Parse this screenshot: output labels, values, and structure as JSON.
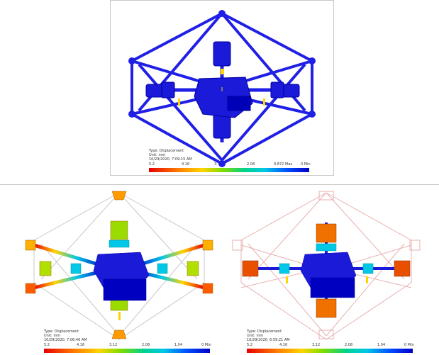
{
  "colors": {
    "frame_blue": "#1f1fe6",
    "dark_blue": "#0000c8",
    "ghost_red": "#e8a0a0",
    "ghost_gray": "#c0c0c0",
    "gradient": [
      "#e60000",
      "#ff7a00",
      "#ffd400",
      "#7fdc00",
      "#00d28c",
      "#00c8e6",
      "#0050ff",
      "#0000c8"
    ]
  },
  "panels": {
    "top": {
      "type_label": "Type: Displacement",
      "unit_label": "Unit: mm",
      "timestamp": "10/29/2020, 7:09:15 AM",
      "ticks": [
        "5.2",
        "4.16",
        "3.",
        "2.08",
        "0.872 Max",
        "0 Min"
      ]
    },
    "left": {
      "type_label": "Type: Displacement",
      "unit_label": "Unit: mm",
      "timestamp": "10/29/2020, 7:06:46 AM",
      "ticks": [
        "5.2",
        "4.16",
        "3.12",
        "2.08",
        "1.04",
        "0 Min"
      ]
    },
    "right": {
      "type_label": "Type: Displacement",
      "unit_label": "Unit: mm",
      "timestamp": "10/29/2020, 6:59:21 AM",
      "ticks": [
        "5.2",
        "4.16",
        "3.12",
        "2.08",
        "1.04",
        "0 Min"
      ]
    }
  },
  "icons": [
    "displacement-colorbar"
  ]
}
